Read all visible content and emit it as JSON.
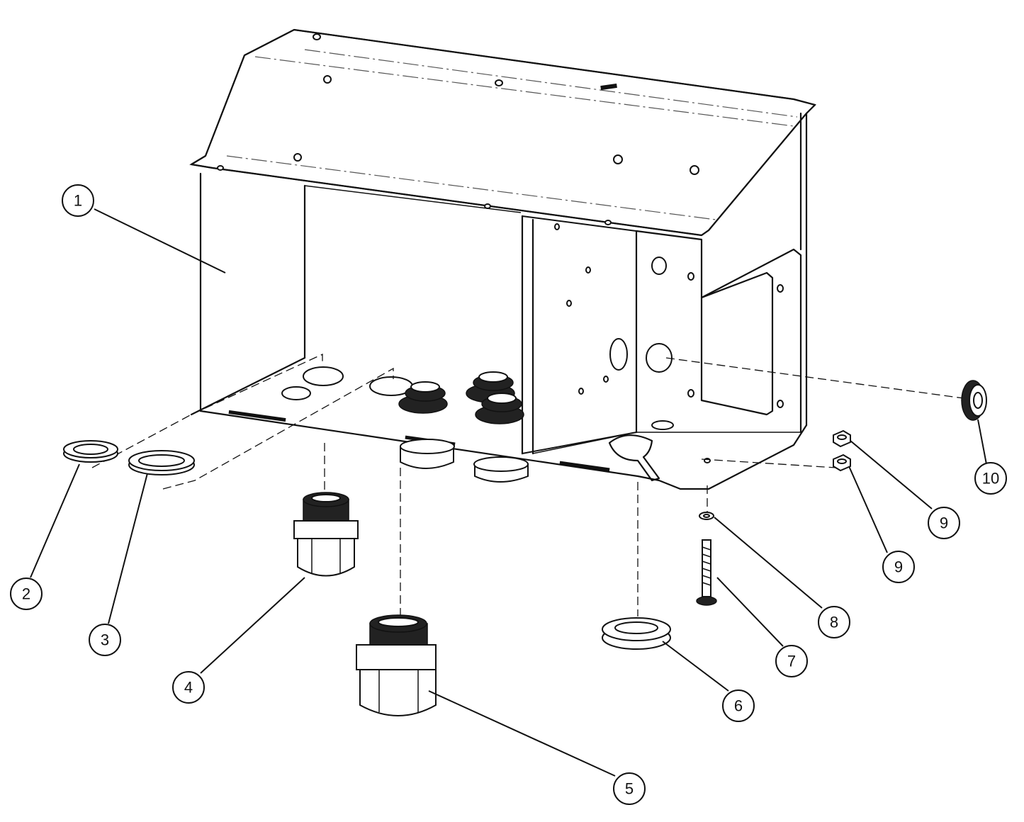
{
  "callouts": {
    "c1": "1",
    "c2": "2",
    "c3": "3",
    "c4": "4",
    "c5": "5",
    "c6": "6",
    "c7": "7",
    "c8": "8",
    "c9a": "9",
    "c9b": "9",
    "c10": "10"
  },
  "colors": {
    "line": "#111111",
    "background": "#ffffff"
  }
}
